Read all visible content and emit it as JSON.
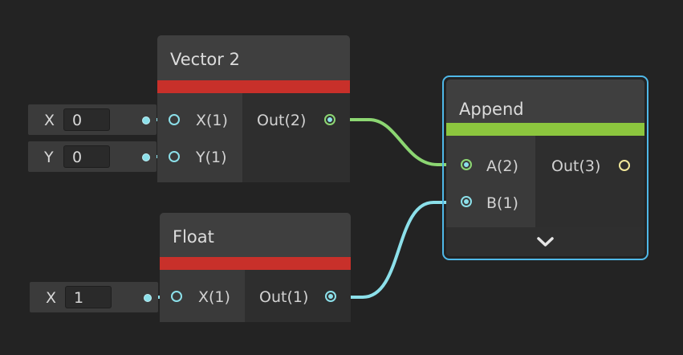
{
  "nodes": {
    "vector2": {
      "title": "Vector 2",
      "bar_color": "#c8302a",
      "inputs": [
        "X(1)",
        "Y(1)"
      ],
      "outputs": [
        "Out(2)"
      ]
    },
    "float": {
      "title": "Float",
      "bar_color": "#c8302a",
      "inputs": [
        "X(1)"
      ],
      "outputs": [
        "Out(1)"
      ]
    },
    "append": {
      "title": "Append",
      "bar_color": "#8cc63e",
      "inputs": [
        "A(2)",
        "B(1)"
      ],
      "outputs": [
        "Out(3)"
      ],
      "expand_icon": "chevron-down-icon"
    }
  },
  "fields": {
    "vector2_x": {
      "label": "X",
      "value": "0"
    },
    "vector2_y": {
      "label": "Y",
      "value": "0"
    },
    "float_x": {
      "label": "X",
      "value": "1"
    }
  },
  "colors": {
    "port_float": "#8ce0ea",
    "port_vec2": "#8cd672",
    "port_vec3": "#f2e89a",
    "selection": "#4fb8e8",
    "background": "#232323"
  }
}
